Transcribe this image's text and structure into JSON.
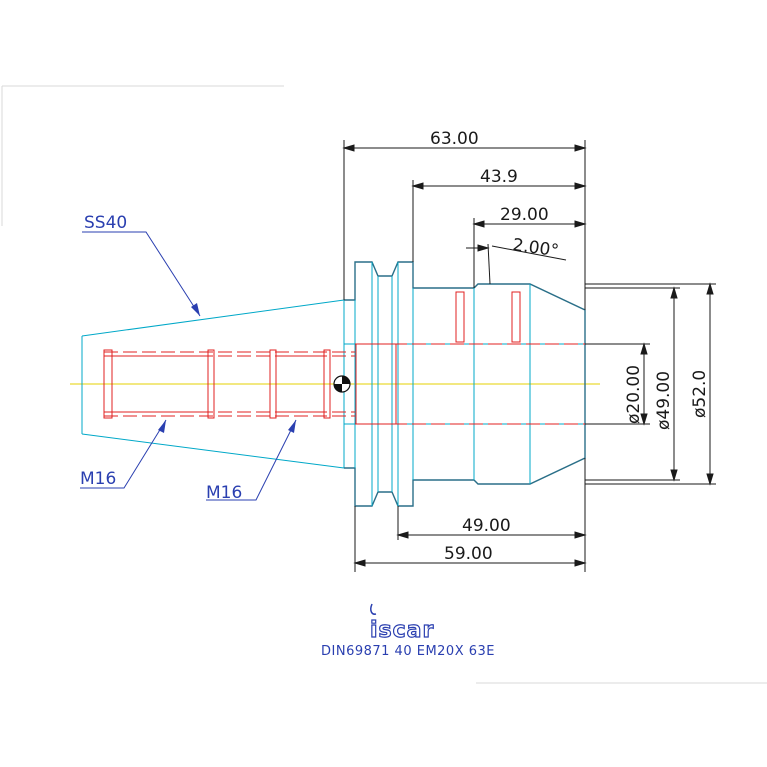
{
  "drawing": {
    "dimensions": {
      "overall_length": "63.00",
      "flange_to_end": "43.9",
      "nose_length": "29.00",
      "angle": "2.00°",
      "bore_dia": "ø20.00",
      "body_dia": "ø49.00",
      "flange_dia": "ø52.0",
      "length_49": "49.00",
      "length_59": "59.00"
    },
    "labels": {
      "taper": "SS40",
      "thread_left": "M16",
      "thread_right": "M16"
    },
    "footer": {
      "brand": "iscar",
      "designation": "DIN69871 40 EM20X 63E"
    }
  },
  "colors": {
    "background": "#ffffff",
    "dimension": "#1a1a1a",
    "contour": "#00a8c8",
    "hidden": "#e02020",
    "label": "#2a3fb0",
    "centerline": "#e6d200",
    "body": "#2a6f88"
  }
}
